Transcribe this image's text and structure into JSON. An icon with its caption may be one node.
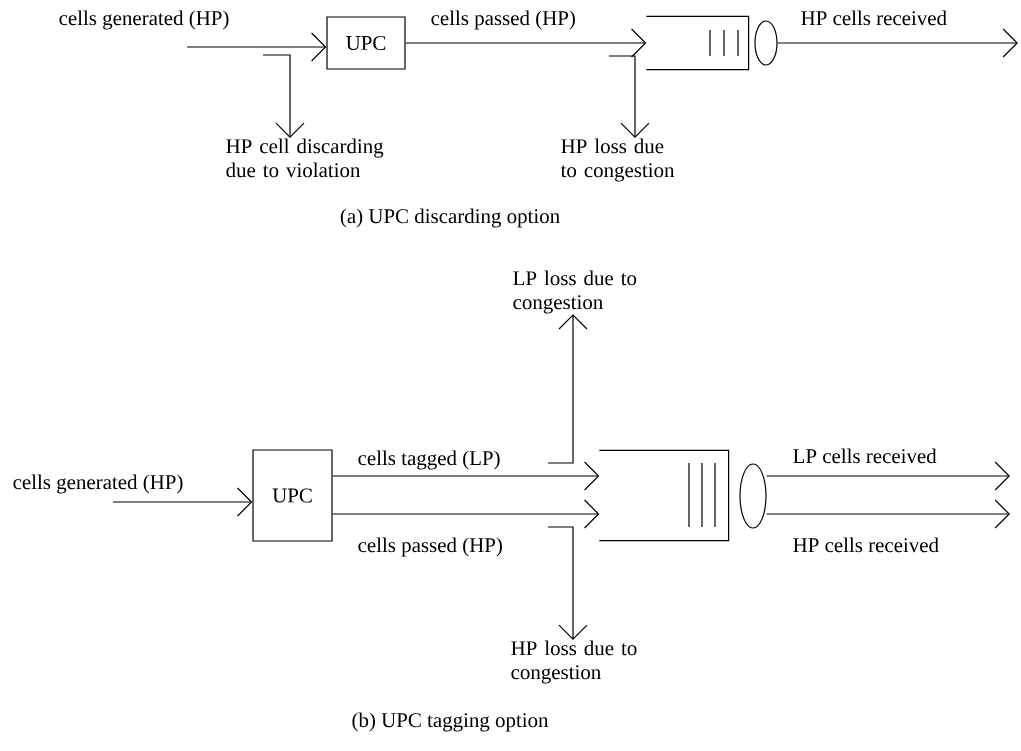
{
  "diagram": {
    "nodes": [
      {
        "text": [
          "UPC"
        ]
      },
      {
        "text": [],
        "shape": "queue"
      },
      {
        "text": [],
        "shape": "ellipse"
      },
      {
        "text": [
          "HP cell discarding due to violation"
        ]
      },
      {
        "text": [
          "HP loss due to congestion"
        ]
      },
      {
        "text": [
          "UPC"
        ]
      },
      {
        "text": [],
        "shape": "queue"
      },
      {
        "text": [],
        "shape": "ellipse"
      },
      {
        "text": [
          "LP loss due to congestion"
        ]
      },
      {
        "text": [
          "HP loss due to congestion"
        ]
      }
    ],
    "edges": [
      {
        "from": null,
        "to": 0,
        "arrow": "to",
        "label": "cells generated (HP)"
      },
      {
        "from": 0,
        "to": 1,
        "arrow": "to",
        "label": "cells passed (HP)"
      },
      {
        "from": 2,
        "to": null,
        "arrow": "to",
        "label": "HP cells received"
      },
      {
        "from": null,
        "to": 3,
        "arrow": "to"
      },
      {
        "from": null,
        "to": 4,
        "arrow": "to"
      },
      {
        "from": null,
        "to": 5,
        "arrow": "to",
        "label": "cells generated (HP)"
      },
      {
        "from": 5,
        "to": 6,
        "arrow": "to",
        "label": "cells tagged (LP)"
      },
      {
        "from": 5,
        "to": 6,
        "arrow": "to",
        "label": "cells passed (HP)"
      },
      {
        "from": 7,
        "to": null,
        "arrow": "to",
        "label": "LP cells received"
      },
      {
        "from": 7,
        "to": null,
        "arrow": "to",
        "label": "HP cells received"
      },
      {
        "from": null,
        "to": 8,
        "arrow": "to"
      },
      {
        "from": null,
        "to": 9,
        "arrow": "to"
      }
    ],
    "labels": [
      "(a) UPC discarding option",
      "(b) UPC tagging option"
    ]
  }
}
